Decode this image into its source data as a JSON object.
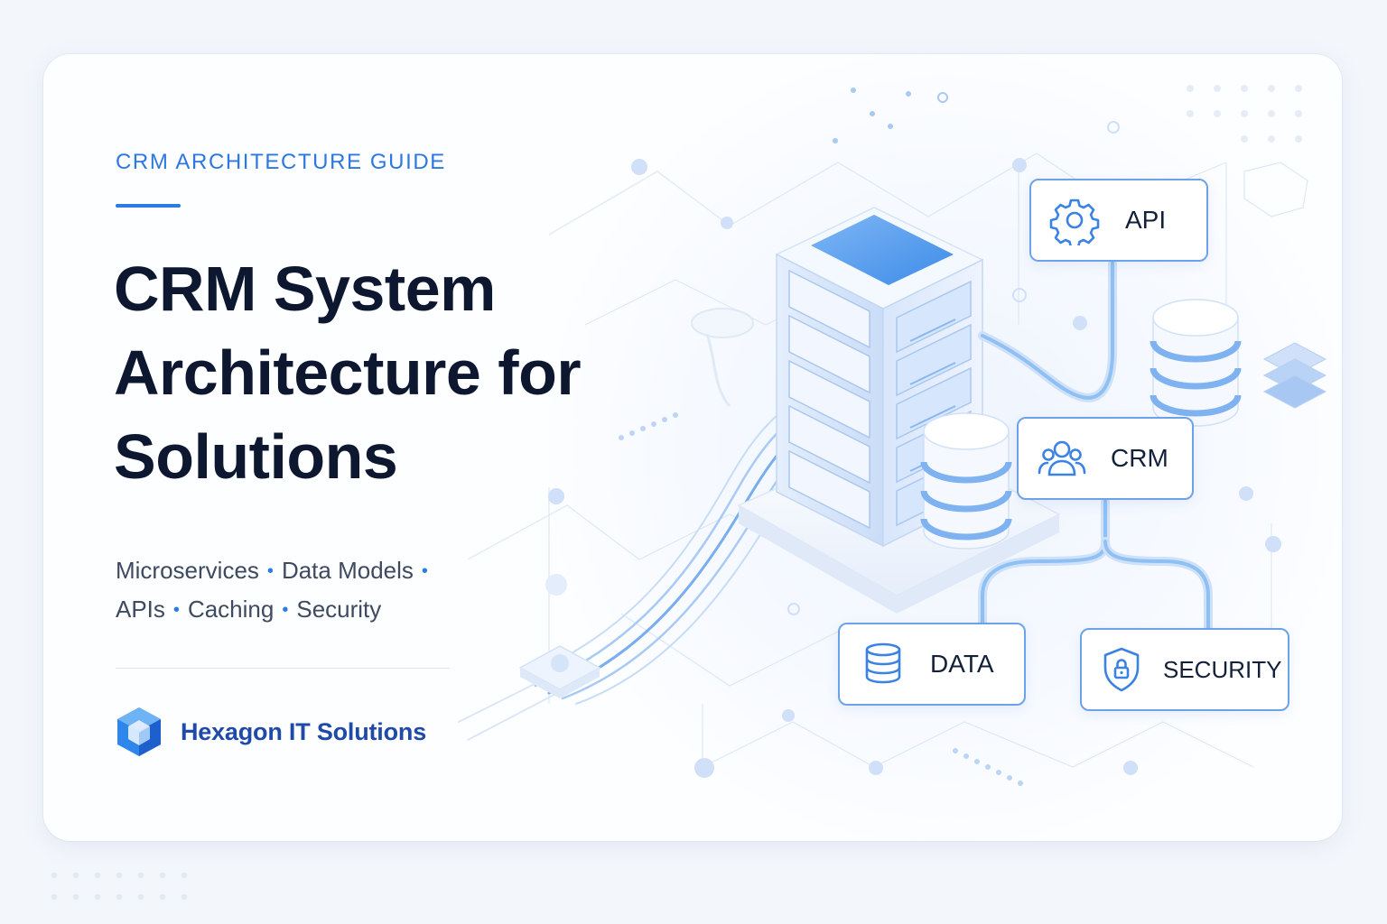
{
  "header": {
    "kicker": "CRM ARCHITECTURE GUIDE"
  },
  "hero": {
    "title_line1": "CRM System",
    "title_line2": "Architecture for",
    "title_line3": "Solutions"
  },
  "topics": {
    "row1": [
      "Microservices",
      "Data Models"
    ],
    "row2": [
      "APIs",
      "Caching",
      "Security"
    ],
    "separator": "•"
  },
  "brand": {
    "name": "Hexagon IT Solutions",
    "logo_icon": "hexagon-cube-icon"
  },
  "nodes": {
    "api": {
      "label": "API",
      "icon": "gear-icon"
    },
    "crm": {
      "label": "CRM",
      "icon": "users-icon"
    },
    "data": {
      "label": "DATA",
      "icon": "database-icon"
    },
    "security": {
      "label": "SECURITY",
      "icon": "shield-lock-icon"
    }
  },
  "colors": {
    "accent": "#2c7be5",
    "title": "#0d1730",
    "brand": "#1f4aa8",
    "node_border": "#6ea2e8",
    "background": "#f3f6fb"
  }
}
